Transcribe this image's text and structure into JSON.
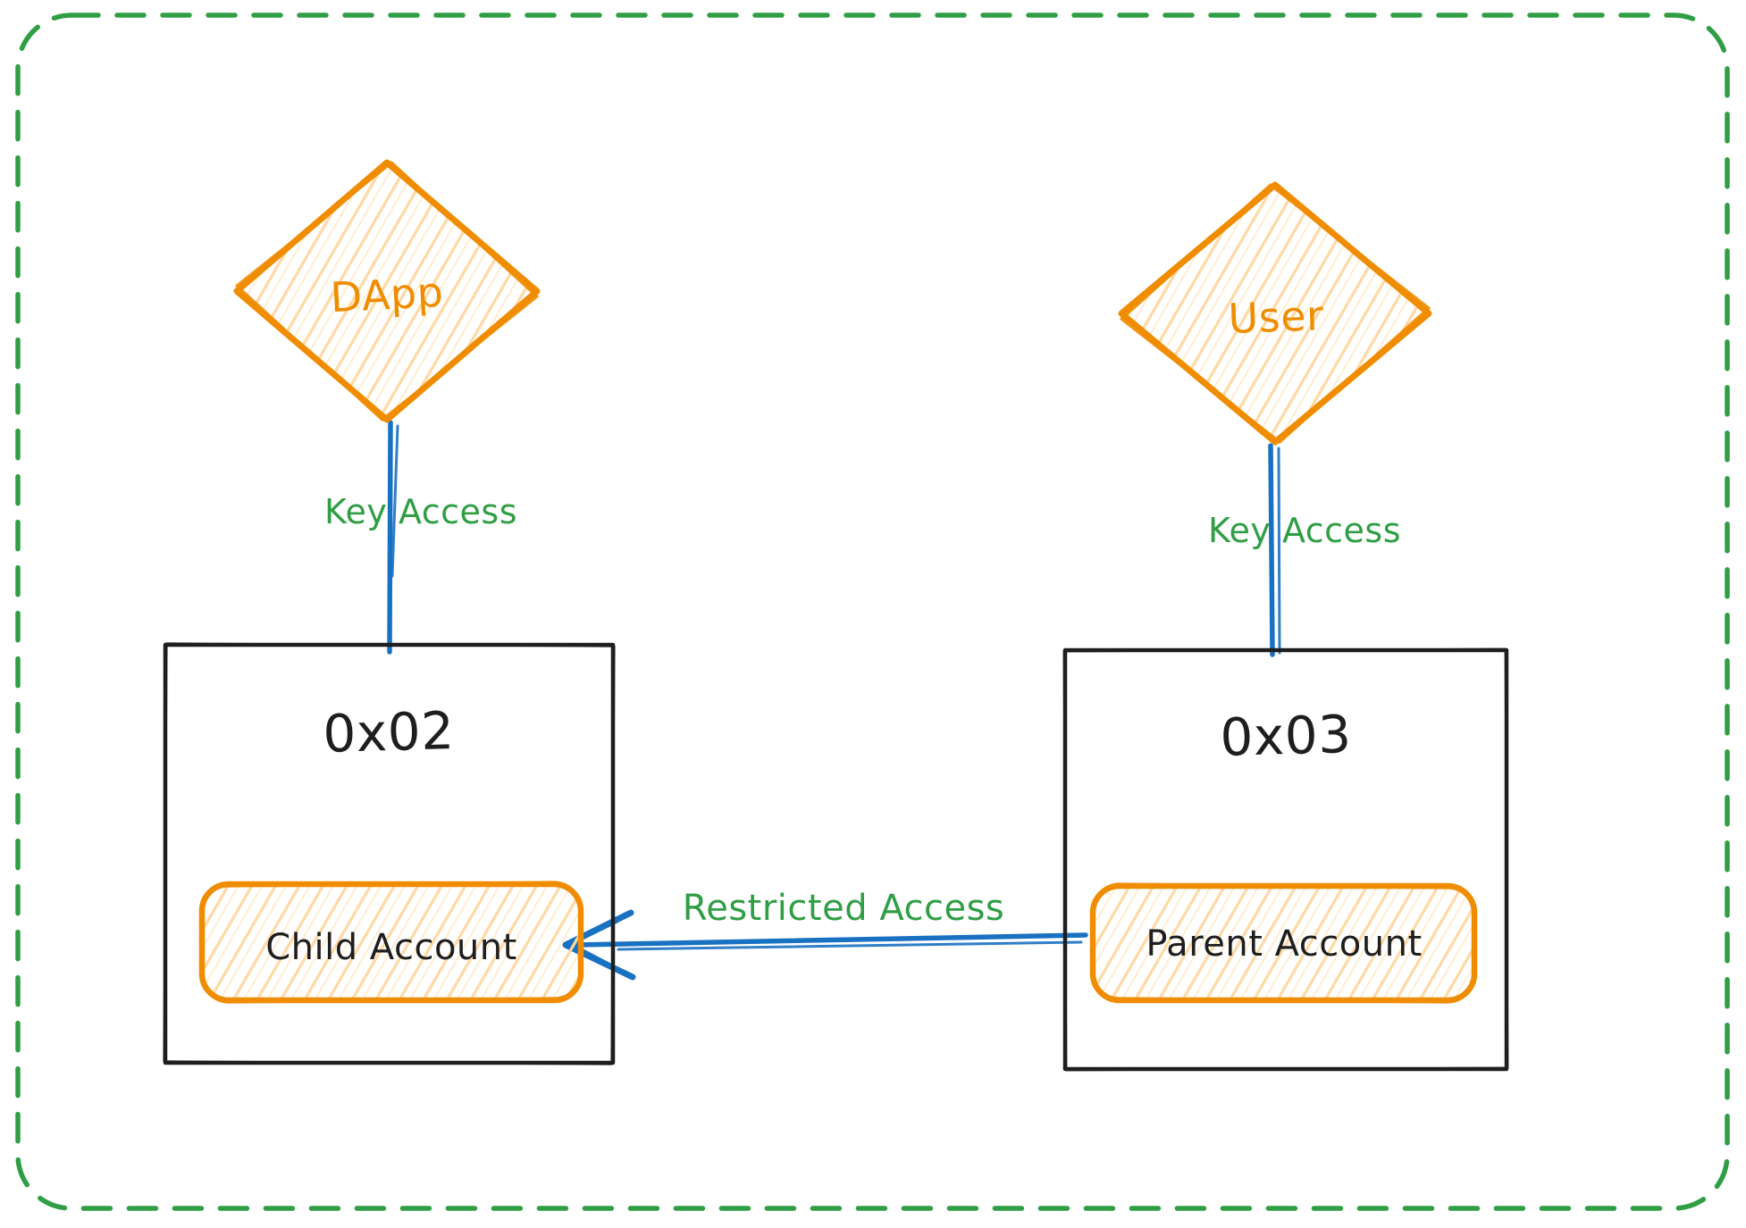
{
  "canvas": {
    "background": "#ffffff"
  },
  "colors": {
    "green": "#2f9e44",
    "orange": "#f08c00",
    "orange_fill": "#ffd9a4",
    "orange_fill_soft": "#ffe9c6",
    "blue": "#1971c2",
    "black": "#1e1e1e"
  },
  "nodes": {
    "dapp": {
      "shape": "diamond",
      "label": "DApp"
    },
    "user": {
      "shape": "diamond",
      "label": "User"
    },
    "child_wallet": {
      "shape": "rectangle",
      "address": "0x02",
      "account_label": "Child Account"
    },
    "parent_wallet": {
      "shape": "rectangle",
      "address": "0x03",
      "account_label": "Parent Account"
    }
  },
  "edges": {
    "dapp_to_child": {
      "label": "Key Access",
      "style": "double-line",
      "color": "#1971c2"
    },
    "user_to_parent": {
      "label": "Key Access",
      "style": "double-line",
      "color": "#1971c2"
    },
    "parent_to_child": {
      "label": "Restricted Access",
      "style": "arrow-left",
      "color": "#1971c2"
    }
  }
}
